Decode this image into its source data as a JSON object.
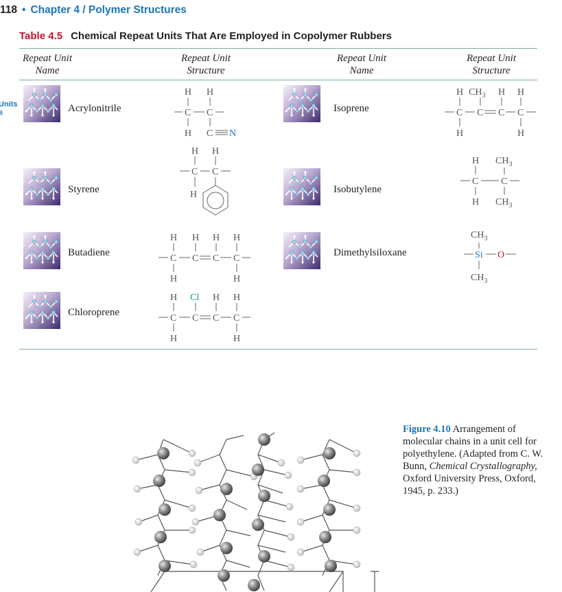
{
  "header": {
    "page_number": "118",
    "chapter": "Chapter 4 / Polymer Structures"
  },
  "table": {
    "number": "Table 4.5",
    "title": "Chemical Repeat Units That Are Employed in Copolymer Rubbers",
    "columns": [
      {
        "line1": "Repeat Unit",
        "line2": "Name"
      },
      {
        "line1": "Repeat Unit",
        "line2": "Structure"
      },
      {
        "line1": "Repeat Unit",
        "line2": "Name"
      },
      {
        "line1": "Repeat Unit",
        "line2": "Structure"
      }
    ],
    "left_rows": [
      {
        "name": "Acrylonitrile"
      },
      {
        "name": "Styrene"
      },
      {
        "name": "Butadiene"
      },
      {
        "name": "Chloroprene"
      }
    ],
    "right_rows": [
      {
        "name": "Isoprene"
      },
      {
        "name": "Isobutylene"
      },
      {
        "name": "Dimethylsiloxane"
      }
    ],
    "atoms": {
      "H": "H",
      "C": "C",
      "N": "N",
      "Cl": "Cl",
      "Si": "Si",
      "O": "O",
      "CH": "CH",
      "sub3": "3"
    }
  },
  "margin_note": {
    "line1": "Units",
    "line2": "s"
  },
  "figure": {
    "label": "Figure 4.10",
    "caption_text": "Arrangement of molecular chains in a unit cell for polyethylene. (Adapted from C. W. Bunn, ",
    "caption_italic": "Chemical Crystallography,",
    "caption_end": " Oxford University Press, Oxford, 1945, p. 233.)"
  },
  "colors": {
    "accent_blue": "#1b75bc",
    "table_red": "#c8102e",
    "nitrogen": "#1b75bc",
    "chlorine": "#00a651",
    "oxygen": "#c8102e",
    "silicon": "#1b75bc",
    "rule": "#7fa8a8"
  }
}
